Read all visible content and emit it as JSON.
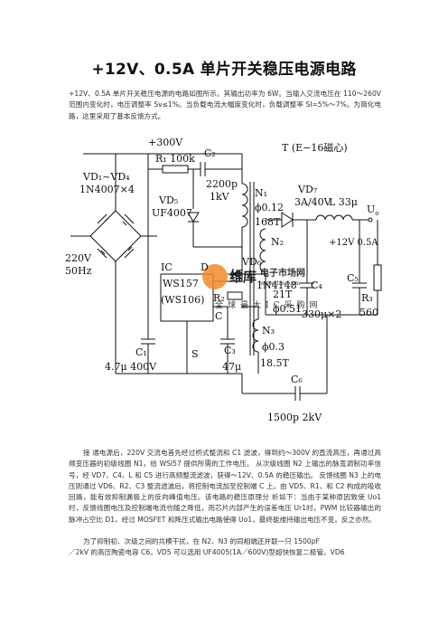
{
  "document": {
    "title": "+12V、0.5A 单片开关稳压电源电路",
    "intro": "+12V、0.5A 单片开关稳压电源的电路如图所示。其输出功率为 6W。当输入交流电压在 110～260V 范围内变化时，电压调整率 Sv≤1%。当负载电流大幅度变化时，负载调整率 SI=5%～7%。为简化电路，这里采用了基本反馈方式。",
    "body_p2": "接 通电源后，220V 交流电首先经过桥式整流和 C1 滤波，得到约～300V 的直流高压，再通过高频变压器的初级线圈 N1，给 WSI57 提供所需的工作电压。 从次级线圈 N2 上输出的脉宽调制功率信号，经 VD7、C4、L 和 C5 进行高频整流滤波，获得～12V、0.5A 的稳压输出。 反馈线圈 N3 上的电压则通过 VD6、R2、C3 整流滤波后，将控制电流加至控制端 C 上。由 VD5、R1、和 C2 构成的吸收回路，能有效抑制漏极上的反向峰值电压。该电路的稳压原理分 析如下：当由于某种原因致使 Uo1时，反馈线圈电压及控制端电流也随之降低，而芯片内部产生的误差电压 Ur1时，PWM 比较器输出的脉冲占空比 D1，经过 MOSFET 和降压式输出电路使得 Uo1，最终能维持输出电压不变。反之亦然。",
    "body_p3_line1": "为了抑制初、次级之间的共模干扰，在 N2、N3 的同相端还并联一只 1500pF",
    "body_p3_line2": "／2kV 的高压陶瓷电容 C6。VD5 可以选用 UF4005(1A／600V)型超快恢复二极管。VD6"
  },
  "schematic": {
    "v300": "+300V",
    "vd1_vd4": "VD₁~VD₄",
    "vd_part": "1N4007×4",
    "r1": "R₁ 100k",
    "c2": "C₂",
    "c2_val_a": "2200p",
    "c2_val_b": "1kV",
    "vd5": "VD₅",
    "vd5_part": "UF4007",
    "transformer": "T (E−16磁心)",
    "n1": "N₁",
    "n1_wire": "ϕ0.12",
    "n1_turns": "168T",
    "vd7": "VD₇",
    "vd7_part": "3A/40V",
    "inductor": "L  33μ",
    "uo": "U",
    "uo_sub": "o",
    "vout": "+12V 0.5A",
    "ac_in_a": "220V",
    "ac_in_b": "50Hz",
    "ic": "IC",
    "d_pin": "D",
    "c_pin": "C",
    "s_pin": "S",
    "chip_a": "WS157",
    "chip_b": "(WS106)",
    "vd6": "VD₆",
    "vd6_part": "1N4148",
    "r2": "R₂",
    "n2": "N₂",
    "n2_turns": "21T",
    "n2_wire": "ϕ0.51",
    "c4": "C₄",
    "c4_val": "330μ×2",
    "c5": "C₅",
    "r3": "R₃",
    "r3_val": "560",
    "c1": "C₁",
    "c1_val": "4.7μ 400V",
    "c3": "C₃",
    "c3_val": "47μ",
    "n3": "N₃",
    "n3_wire": "ϕ0.3",
    "n3_turns": "18.5T",
    "c6": "C₆",
    "c6_val": "1500p 2kV"
  },
  "watermark": {
    "brand": "维库",
    "site": "电子市场网",
    "url": "www.dzsc.com",
    "slogan": "全球最大IC采购网"
  },
  "colors": {
    "ink": "#111111",
    "text": "#333333",
    "watermark_orange": "#f08a2a",
    "watermark_light": "#f6b46f"
  }
}
